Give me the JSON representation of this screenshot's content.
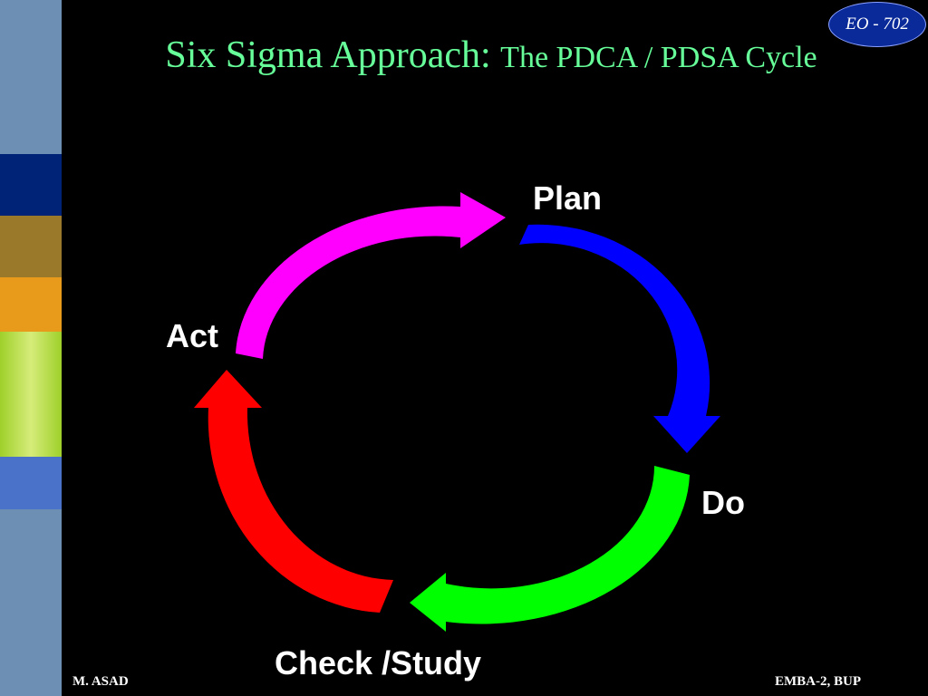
{
  "slide": {
    "title_main": "Six Sigma Approach:",
    "title_sub": "The PDCA / PDSA Cycle",
    "badge": "EO - 702",
    "footer_left": "M. ASAD",
    "footer_right": "EMBA-2, BUP"
  },
  "cycle": {
    "stages": [
      {
        "label": "Plan",
        "arrow_color": "#0000ff"
      },
      {
        "label": "Do",
        "arrow_color": "#00ff00"
      },
      {
        "label": "Check /Study",
        "arrow_color": "#ff0000"
      },
      {
        "label": "Act",
        "arrow_color": "#ff00ff"
      }
    ]
  },
  "colors": {
    "background": "#000000",
    "title": "#66ff99",
    "badge_fill": "#0a2a9a",
    "strip": [
      "#6e8fb4",
      "#002277",
      "#9a7a2a",
      "#e89a1a",
      "#a6d83a",
      "#4a72c8",
      "#6e8fb4"
    ]
  }
}
